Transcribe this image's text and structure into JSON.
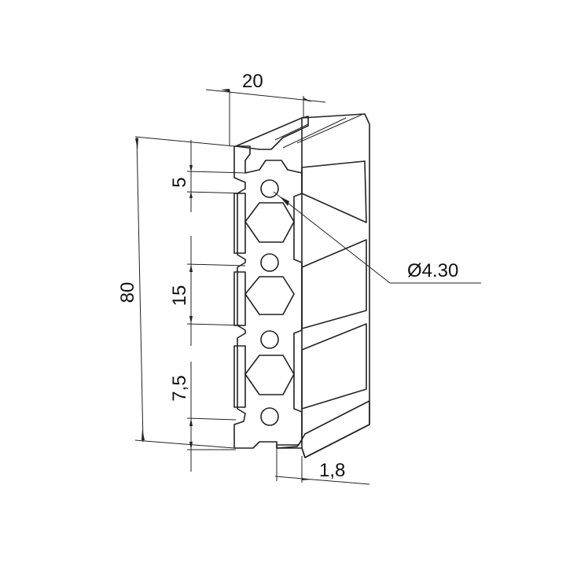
{
  "drawing": {
    "dimensions": {
      "width": "20",
      "height": "80",
      "slot_opening": "5",
      "pitch": "15",
      "offset": "7,5",
      "wall": "1,8",
      "bore": "Ø4.30"
    },
    "colors": {
      "line": "#222222",
      "face_light": "#f2f2f2",
      "face_mid": "#d6d6d6",
      "face_dark": "#a9a9a9"
    }
  }
}
